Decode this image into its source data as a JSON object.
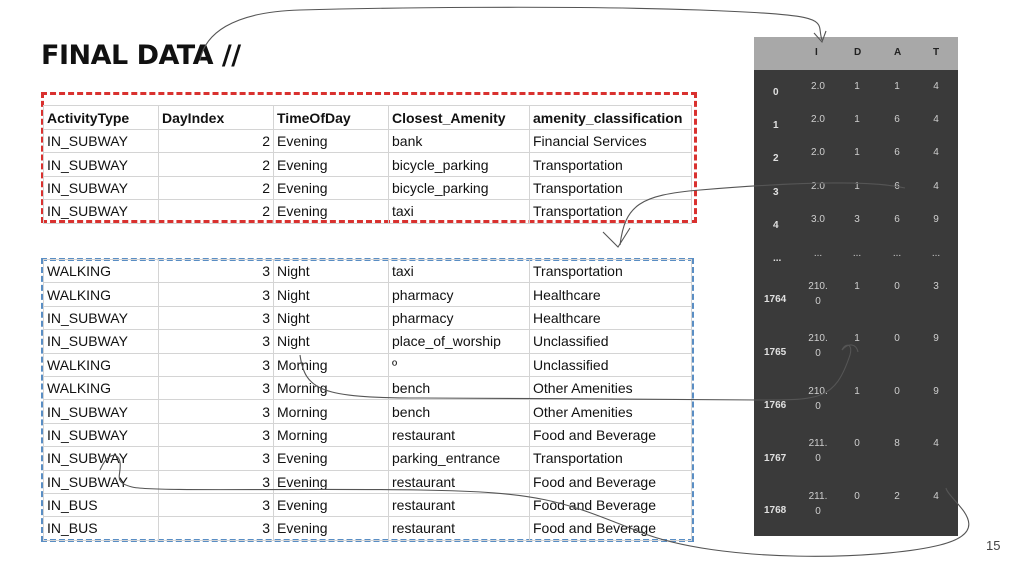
{
  "title": "FINAL DATA //",
  "page_number": "15",
  "top_table": {
    "headers": [
      "ActivityType",
      "DayIndex",
      "TimeOfDay",
      "Closest_Amenity",
      "amenity_classification"
    ],
    "rows": [
      [
        "IN_SUBWAY",
        "2",
        "Evening",
        "bank",
        "Financial Services"
      ],
      [
        "IN_SUBWAY",
        "2",
        "Evening",
        "bicycle_parking",
        "Transportation"
      ],
      [
        "IN_SUBWAY",
        "2",
        "Evening",
        "bicycle_parking",
        "Transportation"
      ],
      [
        "IN_SUBWAY",
        "2",
        "Evening",
        "taxi",
        "Transportation"
      ]
    ]
  },
  "bottom_table": {
    "rows": [
      [
        "WALKING",
        "3",
        "Night",
        "taxi",
        "Transportation"
      ],
      [
        "WALKING",
        "3",
        "Night",
        "pharmacy",
        "Healthcare"
      ],
      [
        "IN_SUBWAY",
        "3",
        "Night",
        "pharmacy",
        "Healthcare"
      ],
      [
        "IN_SUBWAY",
        "3",
        "Night",
        "place_of_worship",
        "Unclassified"
      ],
      [
        "WALKING",
        "3",
        "Morning",
        "º",
        "Unclassified"
      ],
      [
        "WALKING",
        "3",
        "Morning",
        "bench",
        "Other Amenities"
      ],
      [
        "IN_SUBWAY",
        "3",
        "Morning",
        "bench",
        "Other Amenities"
      ],
      [
        "IN_SUBWAY",
        "3",
        "Morning",
        "restaurant",
        "Food and Beverage"
      ],
      [
        "IN_SUBWAY",
        "3",
        "Evening",
        "parking_entrance",
        "Transportation"
      ],
      [
        "IN_SUBWAY",
        "3",
        "Evening",
        "restaurant",
        "Food and Beverage"
      ],
      [
        "IN_BUS",
        "3",
        "Evening",
        "restaurant",
        "Food and Beverage"
      ],
      [
        "IN_BUS",
        "3",
        "Evening",
        "restaurant",
        "Food and Beverage"
      ]
    ]
  },
  "encoded_panel": {
    "headers": [
      "I",
      "D",
      "A",
      "T"
    ],
    "rows": [
      {
        "index": "0",
        "values": [
          "2.0",
          "1",
          "1",
          "4"
        ]
      },
      {
        "index": "1",
        "values": [
          "2.0",
          "1",
          "6",
          "4"
        ]
      },
      {
        "index": "2",
        "values": [
          "2.0",
          "1",
          "6",
          "4"
        ]
      },
      {
        "index": "3",
        "values": [
          "2.0",
          "1",
          "6",
          "4"
        ]
      },
      {
        "index": "4",
        "values": [
          "3.0",
          "3",
          "6",
          "9"
        ]
      },
      {
        "index": "...",
        "values": [
          "...",
          "...",
          "...",
          "..."
        ]
      },
      {
        "index": "1764",
        "values": [
          "210.\n0",
          "1",
          "0",
          "3"
        ]
      },
      {
        "index": "1765",
        "values": [
          "210.\n0",
          "1",
          "0",
          "9"
        ]
      },
      {
        "index": "1766",
        "values": [
          "210.\n0",
          "1",
          "0",
          "9"
        ]
      },
      {
        "index": "1767",
        "values": [
          "211.\n0",
          "0",
          "8",
          "4"
        ]
      },
      {
        "index": "1768",
        "values": [
          "211.\n0",
          "0",
          "2",
          "4"
        ]
      }
    ]
  },
  "colors": {
    "top_table_outline": "#d9312f",
    "bottom_table_outline": "#5a8ec4",
    "panel_background": "#3a3a3a",
    "panel_header": "#a8a8a8",
    "scribble": "#555555"
  }
}
